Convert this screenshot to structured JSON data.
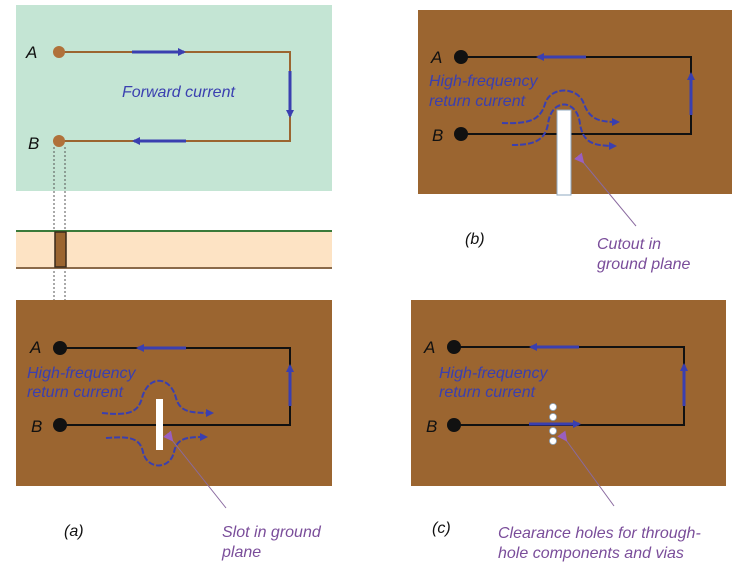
{
  "colors": {
    "signal_layer": "#c4e5d4",
    "ground_plane": "#9b6530",
    "dielectric": "#fde3c4",
    "trace_top": "#9b6530",
    "trace_ground": "#111111",
    "current_arrow": "#3a3fb0",
    "callout": "#7a4d9a",
    "cross_top_line": "#3a7a3a",
    "cross_bottom_line": "#8a6a4a"
  },
  "panel_a": {
    "caption": "(a)",
    "top_view": {
      "node_a": "A",
      "node_b": "B",
      "label": "Forward current"
    },
    "ground_view": {
      "node_a": "A",
      "node_b": "B",
      "label_line1": "High-frequency",
      "label_line2": "return current",
      "callout_line1": "Slot in ground",
      "callout_line2": "plane"
    }
  },
  "panel_b": {
    "caption": "(b)",
    "node_a": "A",
    "node_b": "B",
    "label_line1": "High-frequency",
    "label_line2": "return current",
    "callout_line1": "Cutout in",
    "callout_line2": "ground plane"
  },
  "panel_c": {
    "caption": "(c)",
    "node_a": "A",
    "node_b": "B",
    "label_line1": "High-frequency",
    "label_line2": "return current",
    "callout_line1": "Clearance holes for through-",
    "callout_line2": "hole components and vias"
  }
}
